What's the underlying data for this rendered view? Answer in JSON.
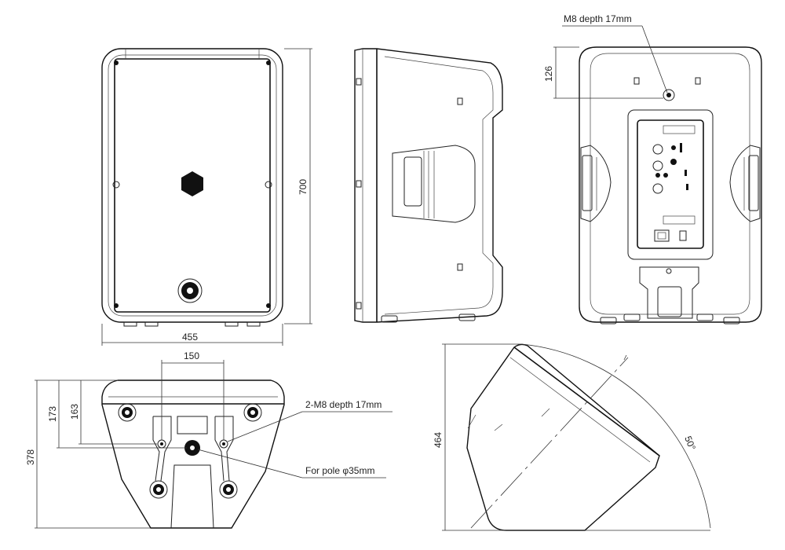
{
  "dimensions": {
    "width_label": "455",
    "height_label": "700",
    "mount_offset_label": "126",
    "bottom_spacing_label": "150",
    "bottom_depth_outer_label": "173",
    "bottom_depth_inner_label": "163",
    "bottom_total_label": "378",
    "monitor_height_label": "464",
    "monitor_angle_label": "50°"
  },
  "callouts": {
    "rear_mount": "M8 depth 17mm",
    "bottom_mounts": "2-M8 depth 17mm",
    "pole_socket": "For pole φ35mm"
  }
}
